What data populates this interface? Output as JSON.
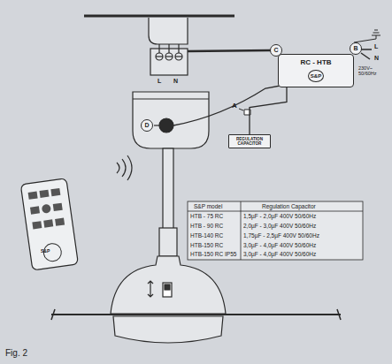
{
  "diagram": {
    "caption": "Fig. 2",
    "nodes": [
      {
        "text": [
          "C"
        ]
      },
      {
        "text": [
          "B"
        ]
      },
      {
        "text": [
          "RC - HTB",
          "S&P"
        ]
      },
      {
        "text": [
          "D"
        ]
      },
      {
        "text": [
          "REGULATION CAPACITOR"
        ]
      }
    ],
    "edges": [
      {
        "from": 2,
        "to": 4,
        "arrow": "none"
      }
    ],
    "labels": [
      "A",
      "L",
      "N",
      "230V~ 50/60Hz",
      "L",
      "N",
      "S&P model",
      "Regulation Capacitor",
      "HTB - 75 RC",
      "1,5µF - 2,0µF 400V 50/60Hz",
      "HTB - 90 RC",
      "2,0µF - 3,0µF 400V 50/60Hz",
      "HTB-140 RC",
      "1,75µF - 2,5µF 400V 50/60Hz",
      "HTB-150 RC",
      "3,0µF - 4,0µF 400V 50/60Hz",
      "HTB-150 RC IP55",
      "3,0µF - 4,0µF 400V 50/60Hz",
      "S&P"
    ]
  }
}
